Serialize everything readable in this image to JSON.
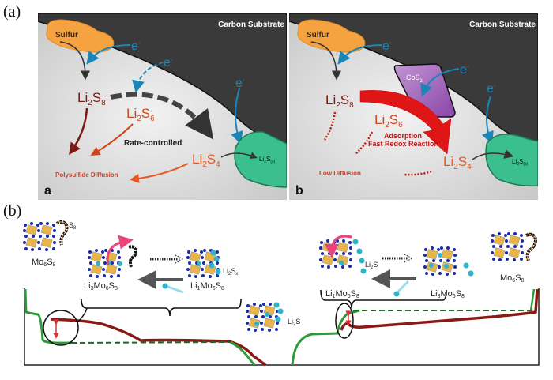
{
  "figure_labels": {
    "a": "(a)",
    "b": "(b)"
  },
  "panel_a": {
    "sub_label": "a",
    "substrate_label": "Carbon Substrate",
    "sulfur_label": "Sulfur",
    "electron": "e",
    "electron_sup": "-",
    "li2s8": {
      "base": "Li",
      "sub1": "2",
      "s": "S",
      "sub2": "8"
    },
    "li2s6": {
      "base": "Li",
      "sub1": "2",
      "s": "S",
      "sub2": "6"
    },
    "li2s4": {
      "base": "Li",
      "sub1": "2",
      "s": "S",
      "sub2": "4"
    },
    "li2s_solid": {
      "base": "Li",
      "sub1": "2",
      "s": "S",
      "sub2": "(s)"
    },
    "rate_label": "Rate-controlled",
    "diffusion_label": "Polysulfide Diffusion"
  },
  "panel_b": {
    "sub_label": "b",
    "substrate_label": "Carbon Substrate",
    "sulfur_label": "Sulfur",
    "cos2_label": {
      "base": "CoS",
      "sub": "2"
    },
    "electron": "e",
    "electron_sup": "-",
    "li2s8": {
      "base": "Li",
      "sub1": "2",
      "s": "S",
      "sub2": "8"
    },
    "li2s6": {
      "base": "Li",
      "sub1": "2",
      "s": "S",
      "sub2": "6"
    },
    "li2s4": {
      "base": "Li",
      "sub1": "2",
      "s": "S",
      "sub2": "4"
    },
    "li2s_solid": {
      "base": "Li",
      "sub1": "2",
      "s": "S",
      "sub2": "(s)"
    },
    "adsorption_label": "Adsorption",
    "redox_label": "Fast Redox Reaction",
    "diffusion_label": "Low Diffusion"
  },
  "panel_c": {
    "mo6s8_left": {
      "a": "Mo",
      "b": "6",
      "c": "S",
      "d": "8"
    },
    "s8_label": {
      "a": "S",
      "b": "8"
    },
    "li3mo6s8_left": {
      "a": "Li",
      "b": "3",
      "c": "Mo",
      "d": "6",
      "e": "S",
      "f": "8"
    },
    "li1mo6s8_left": {
      "a": "Li",
      "b": "1",
      "c": "Mo",
      "d": "6",
      "e": "S",
      "f": "8"
    },
    "li2sx_label": {
      "a": "Li",
      "b": "2",
      "c": "S",
      "d": "x"
    },
    "li2s_center": {
      "a": "Li",
      "b": "2",
      "c": "S"
    },
    "li1mo6s8_right": {
      "a": "Li",
      "b": "1",
      "c": "Mo",
      "d": "6",
      "e": "S",
      "f": "8"
    },
    "li2s_right": {
      "a": "Li",
      "b": "2",
      "c": "S"
    },
    "li3mo6s8_right": {
      "a": "Li",
      "b": "3",
      "c": "Mo",
      "d": "6",
      "e": "S",
      "f": "8"
    },
    "mo6s8_right": {
      "a": "Mo",
      "b": "6",
      "c": "S",
      "d": "8"
    }
  },
  "colors": {
    "substrate": "#3a3a3a",
    "electrolyte": "#d6d6d6",
    "sulfur": "#f4a340",
    "electron": "#1a86b8",
    "li2s8": "#7a1a12",
    "li2s6": "#d4461a",
    "li2s4": "#e8561e",
    "li2s_blob": "#3cbf8e",
    "cos2": "#9b5cb4",
    "red_arrow": "#e01616",
    "curve_green": "#2e9a3a",
    "curve_red": "#8b1a16",
    "dashed_green": "#1f6a2a"
  }
}
